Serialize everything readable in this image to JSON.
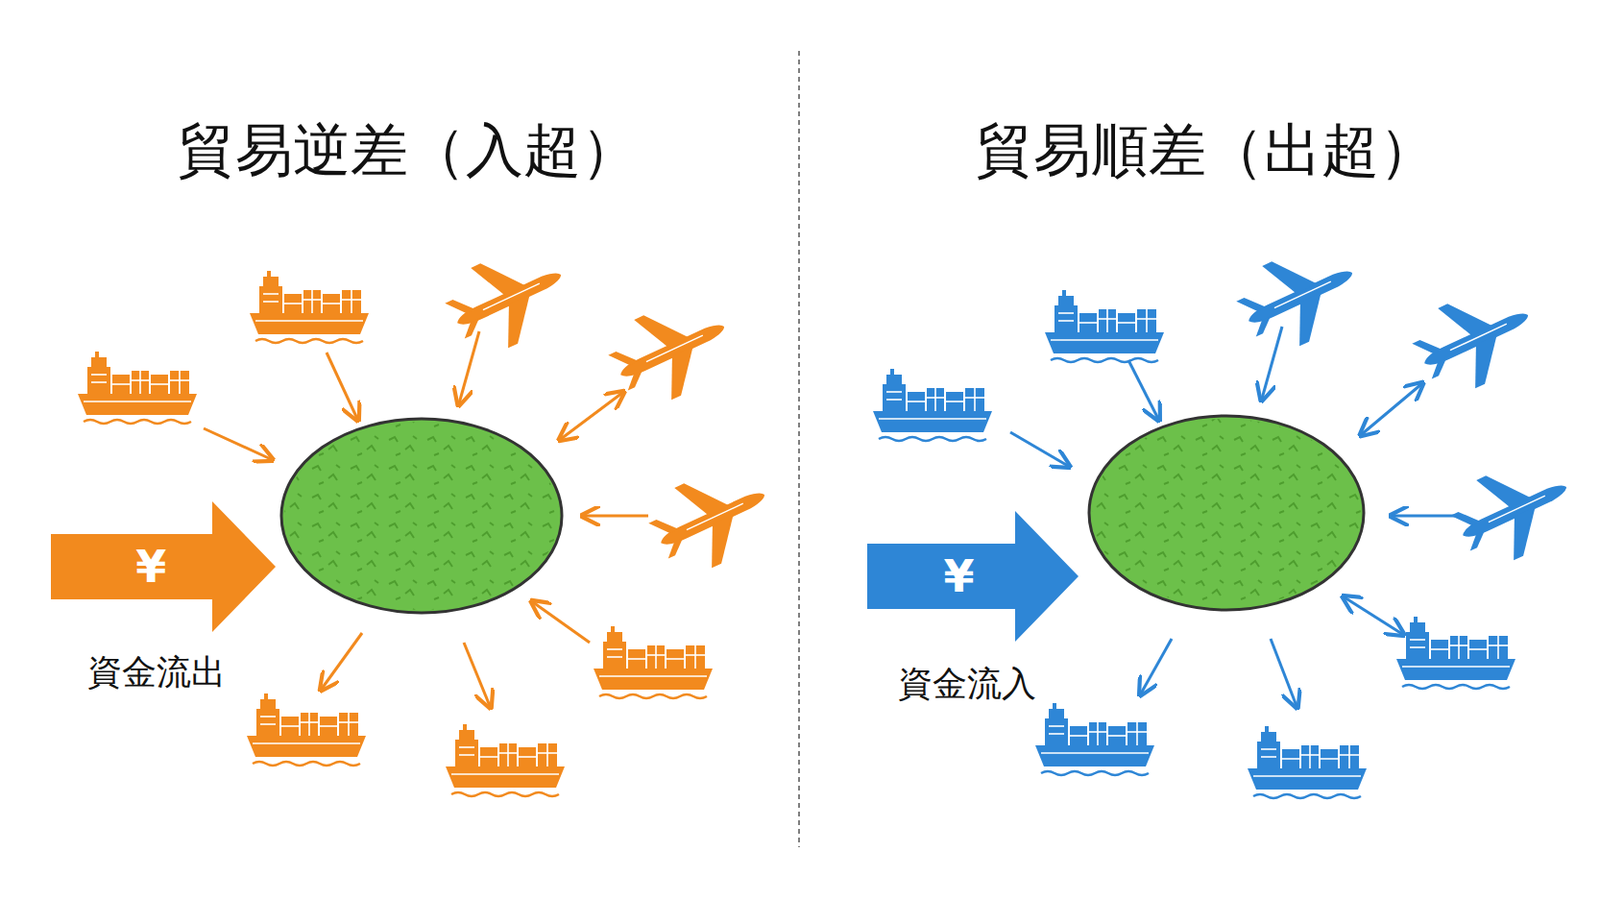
{
  "diagram": {
    "nodes": [
      {
        "text": [
          "¥",
          "資金流出"
        ]
      },
      {
        "text": [
          "¥",
          "資金流入"
        ]
      }
    ],
    "labels": [
      "貿易逆差（入超）",
      "貿易順差（出超）"
    ]
  }
}
